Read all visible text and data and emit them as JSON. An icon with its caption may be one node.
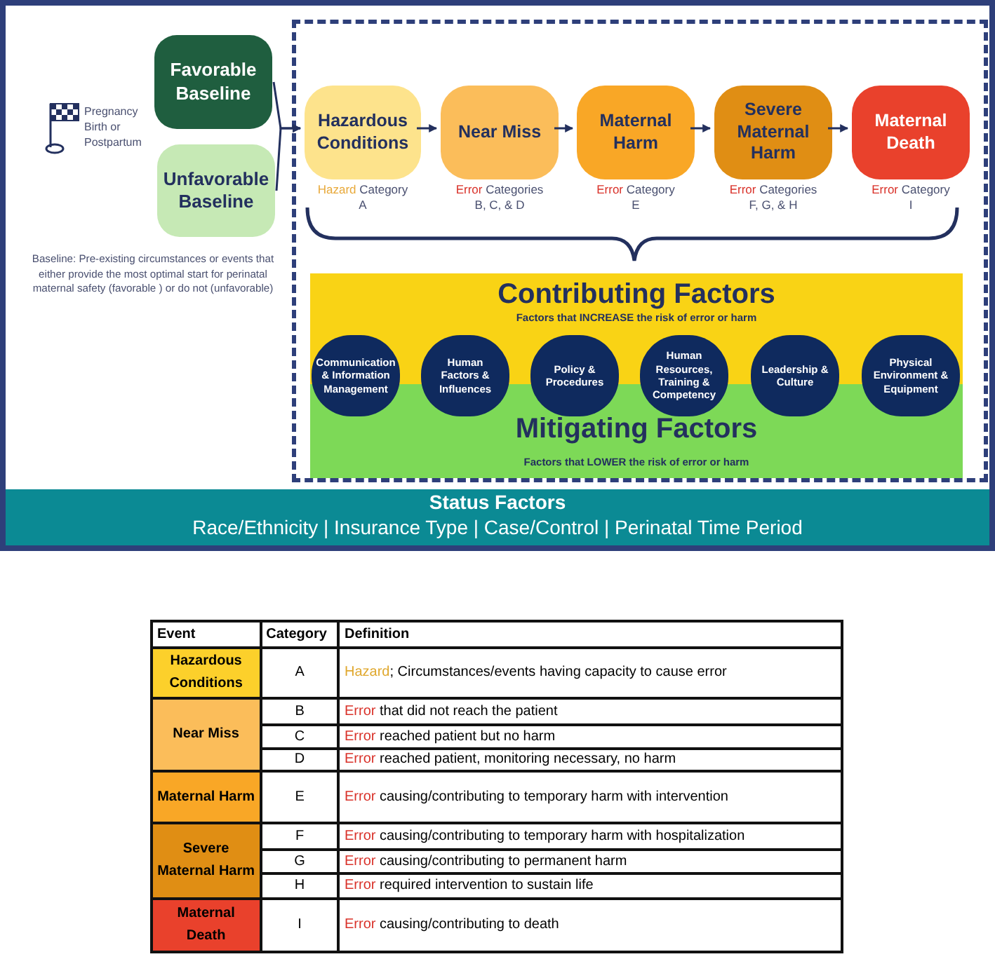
{
  "diagram": {
    "nodes": [
      {
        "text": [
          "Favorable Baseline"
        ]
      },
      {
        "text": [
          "Unfavorable Baseline"
        ]
      },
      {
        "text": [],
        "shape": "box"
      },
      {
        "text": [
          "Hazardous Conditions"
        ],
        "in": 2,
        "beside": [
          "Hazard Category",
          "A"
        ]
      },
      {
        "text": [
          "Near Miss"
        ],
        "in": 2,
        "beside": [
          "Error Categories",
          "B, C, & D"
        ]
      },
      {
        "text": [
          "Maternal Harm"
        ],
        "in": 2,
        "beside": [
          "Error Category",
          "E"
        ]
      },
      {
        "text": [
          "Severe Maternal Harm"
        ],
        "in": 2,
        "beside": [
          "Error Categories",
          "F, G, & H"
        ]
      },
      {
        "text": [
          "Maternal Death"
        ],
        "in": 2,
        "beside": [
          "Error Category",
          "I"
        ]
      },
      {
        "text": [
          "Contributing Factors",
          "Factors that INCREASE the risk of error or harm",
          "Mitigating Factors",
          "Factors that LOWER the risk of error or harm"
        ],
        "in": 2
      },
      {
        "text": [
          "Communication & Information Management"
        ],
        "in": 8
      },
      {
        "text": [
          "Human Factors & Influences"
        ],
        "in": 8
      },
      {
        "text": [
          "Policy & Procedures"
        ],
        "in": 8
      },
      {
        "text": [
          "Human Resources, Training & Competency"
        ],
        "in": 8
      },
      {
        "text": [
          "Leadership & Culture"
        ],
        "in": 8
      },
      {
        "text": [
          "Physical Environment & Equipment"
        ],
        "in": 8
      },
      {
        "text": [
          "Status Factors",
          "Race/Ethnicity | Insurance Type | Case/Control | Perinatal Time Period"
        ]
      }
    ],
    "edges": [
      {
        "from": 0,
        "to": 3,
        "arrow": "to"
      },
      {
        "from": 1,
        "to": 3,
        "arrow": "to"
      },
      {
        "from": 3,
        "to": 4,
        "arrow": "to"
      },
      {
        "from": 4,
        "to": 5,
        "arrow": "to"
      },
      {
        "from": 5,
        "to": 6,
        "arrow": "to"
      },
      {
        "from": 6,
        "to": 7,
        "arrow": "to"
      }
    ],
    "labels": [
      "Pregnancy Birth or Postpartum",
      "Baseline: Pre-existing circumstances or events that either provide the most optimal start for perinatal maternal safety (favorable ) or do not (unfavorable)",
      "Event",
      "Category",
      "Definition",
      "Hazardous Conditions",
      "A",
      "Hazard; Circumstances/events having capacity to cause error",
      "Near Miss",
      "B",
      "Error that did not reach the patient",
      "C",
      "Error reached patient but no harm",
      "D",
      "Error reached patient, monitoring necessary, no harm",
      "Maternal Harm",
      "E",
      "Error causing/contributing to temporary harm with intervention",
      "Severe Maternal Harm",
      "F",
      "Error causing/contributing to temporary harm with hospitalization",
      "G",
      "Error causing/contributing to permanent harm",
      "H",
      "Error required intervention to sustain life",
      "Maternal Death",
      "I",
      "Error causing/contributing to death"
    ]
  }
}
